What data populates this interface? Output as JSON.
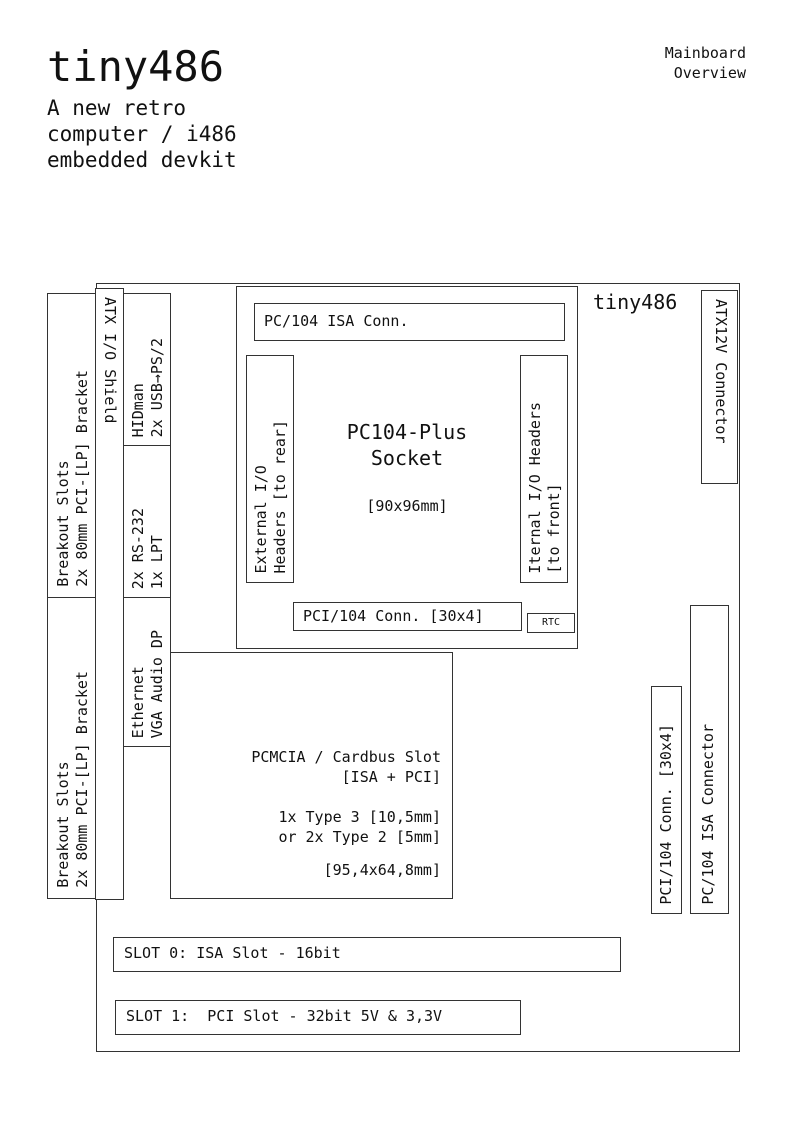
{
  "header": {
    "title": "tiny486",
    "subtitle": [
      "A new retro",
      "computer / i486",
      "embedded devkit"
    ],
    "sheet": [
      "Mainboard",
      "Overview"
    ]
  },
  "board": {
    "label": "tiny486",
    "breakout_top": [
      "Breakout Slots",
      "2x 80mm PCI-[LP] Bracket"
    ],
    "breakout_bottom": [
      "Breakout Slots",
      "2x 80mm PCI-[LP] Bracket"
    ],
    "atx_shield": "ATX I/O Shield",
    "hidman": [
      "HIDman",
      "2x USB→PS/2"
    ],
    "serial": [
      "2x RS-232",
      "1x LPT"
    ],
    "ethernet": [
      "Ethernet",
      "VGA Audio DP"
    ],
    "socket": {
      "isa_conn": "PC/104 ISA Conn.",
      "external": [
        "External I/O",
        "Headers [to rear]"
      ],
      "internal": [
        "Iternal I/O Headers",
        "[to front]"
      ],
      "title": [
        "PC104-Plus",
        "Socket"
      ],
      "size": "[90x96mm]",
      "pci_conn": "PCI/104 Conn. [30x4]",
      "rtc": "RTC"
    },
    "pcmcia": [
      "PCMCIA / Cardbus Slot",
      "[ISA + PCI]",
      "",
      "1x Type 3 [10,5mm]",
      "or 2x Type 2 [5mm]",
      "",
      "[95,4x64,8mm]"
    ],
    "atx12v": "ATX12V Connector",
    "pci104_right": "PCI/104 Conn. [30x4]",
    "isa104_right": "PC/104 ISA Connector",
    "slot0": "SLOT 0: ISA Slot - 16bit",
    "slot1": "SLOT 1:  PCI Slot - 32bit 5V & 3,3V"
  }
}
